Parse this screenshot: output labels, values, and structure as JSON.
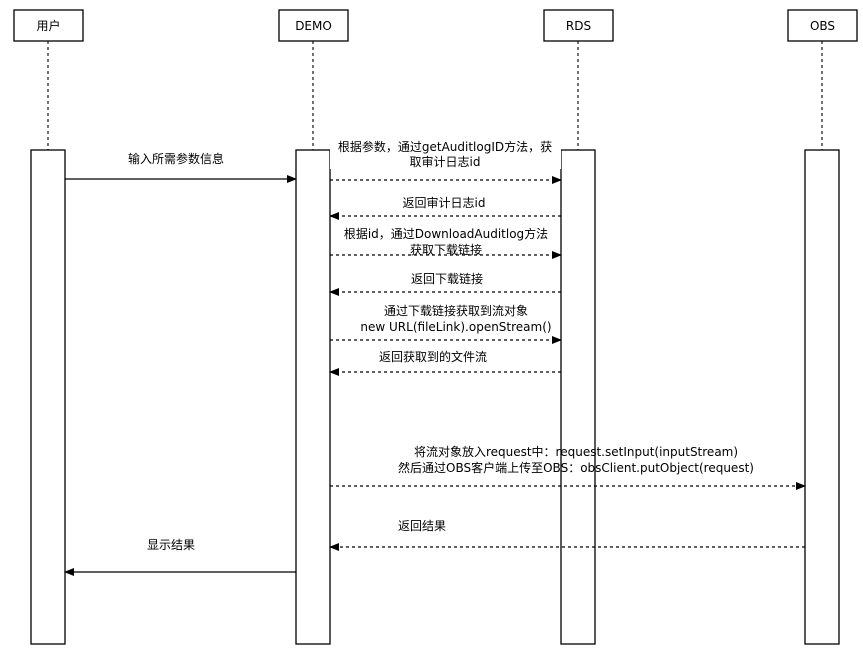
{
  "participants": {
    "user": "用户",
    "demo": "DEMO",
    "rds": "RDS",
    "obs": "OBS"
  },
  "messages": [
    {
      "id": "m1",
      "lines": [
        "输入所需参数信息"
      ]
    },
    {
      "id": "m2",
      "lines": [
        "根据参数，通过getAuditlogID方法，获",
        "取审计日志id"
      ]
    },
    {
      "id": "m3",
      "lines": [
        "返回审计日志id"
      ]
    },
    {
      "id": "m4",
      "lines": [
        "根据id，通过DownloadAuditlog方法",
        "获取下载链接"
      ]
    },
    {
      "id": "m5",
      "lines": [
        "返回下载链接"
      ]
    },
    {
      "id": "m6",
      "lines": [
        "通过下载链接获取到流对象",
        "new URL(fileLink).openStream()"
      ]
    },
    {
      "id": "m7",
      "lines": [
        "返回获取到的文件流"
      ]
    },
    {
      "id": "m8",
      "lines": [
        "将流对象放入request中：request.setInput(inputStream)",
        "然后通过OBS客户端上传至OBS：obsClient.putObject(request)"
      ]
    },
    {
      "id": "m9",
      "lines": [
        "返回结果"
      ]
    },
    {
      "id": "m10",
      "lines": [
        "显示结果"
      ]
    }
  ]
}
